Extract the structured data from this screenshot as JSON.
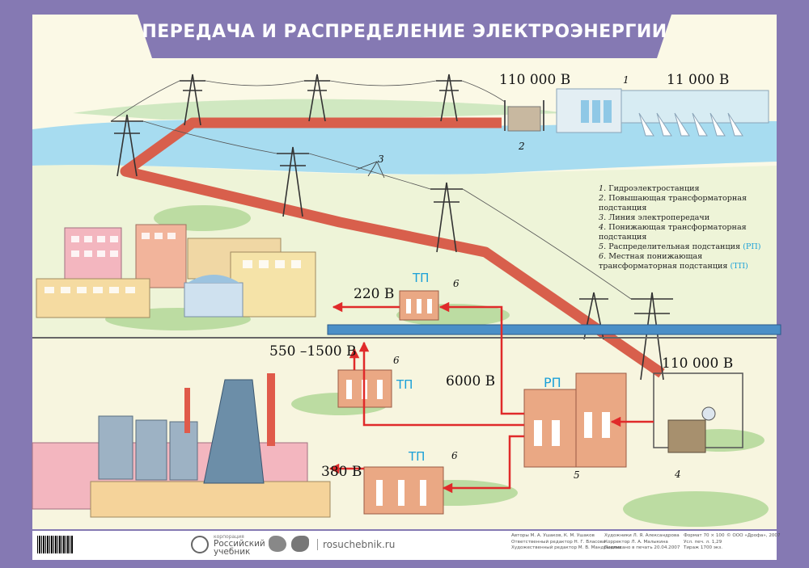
{
  "title": "ПЕРЕДАЧА И РАСПРЕДЕЛЕНИЕ ЭЛЕКТРОЭНЕРГИИ",
  "voltages": {
    "hv_top": "110 000 В",
    "generator": "11 000 В",
    "hv_substation": "110 000 В",
    "distribution": "6000 В",
    "tp_city": "220 В",
    "tp_rail": "550 –1500 В",
    "tp_factory": "380 В"
  },
  "tp_labels": {
    "city": "ТП",
    "rail": "ТП",
    "factory": "ТП",
    "rp": "РП"
  },
  "numbers": {
    "n1": "1",
    "n2": "2",
    "n3": "3",
    "n4": "4",
    "n5": "5",
    "n6a": "6",
    "n6b": "6",
    "n6c": "6"
  },
  "legend": [
    {
      "num": "1.",
      "text": "Гидроэлектростанция"
    },
    {
      "num": "2.",
      "text": "Повышающая трансформаторная подстанция"
    },
    {
      "num": "3.",
      "text": "Линия электропередачи"
    },
    {
      "num": "4.",
      "text": "Понижающая трансформаторная подстанция"
    },
    {
      "num": "5.",
      "text": "Распределительная подстанция",
      "suffix": "(РП)"
    },
    {
      "num": "6.",
      "text": "Местная понижающая трансформаторная подстанция",
      "suffix": "(ТП)"
    }
  ],
  "footer": {
    "publisher_small": "корпорация",
    "publisher_line1": "Российский",
    "publisher_line2": "учебник",
    "site": "rosuchebnik.ru",
    "credits_col1": [
      "Авторы М. А. Ушаков, К. М. Ушаков",
      "Ответственный редактор Н. Г. Власова",
      "Художественный редактор М. В. Мандрыкина"
    ],
    "credits_col2": [
      "Художники Л. Я. Александрова",
      "Корректор Л. А. Малыкина",
      "Подписано в печать 20.04.2007"
    ],
    "credits_col3": [
      "Формат 70 × 100",
      "Усл. печ. л. 1,29",
      "Тираж 1700 экз."
    ],
    "credits_col4": [
      "© ООО «Дрофа», 2007"
    ]
  },
  "colors": {
    "frame": "#8579b3",
    "sky": "#fbf9e6",
    "river": "#a7dcf0",
    "power_path": "#d85f4c",
    "arrow": "#e02a2a",
    "brick": "#eaa884",
    "accent_blue": "#1aa0d8"
  }
}
